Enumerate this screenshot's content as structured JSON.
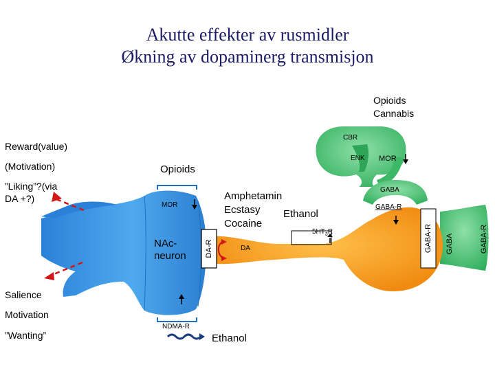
{
  "title": {
    "line1": "Akutte effekter av rusmidler",
    "line2": "Økning av dopaminerg transmisjon"
  },
  "left_labels": {
    "reward": "Reward(value)",
    "motivation_paren": "(Motivation)",
    "liking_1": "”Liking”?(via",
    "liking_2": "DA +?)",
    "salience": "Salience",
    "motivation": "Motivation",
    "wanting": "”Wanting”"
  },
  "drugs": {
    "opioids_cannabis_1": "Opioids",
    "opioids_cannabis_2": "Cannabis",
    "opioids": "Opioids",
    "amphetamin": "Amphetamin",
    "ecstasy": "Ecstasy",
    "cocaine": "Cocaine",
    "ethanol_mid": "Ethanol",
    "ethanol_bottom": "Ethanol"
  },
  "receptors": {
    "cbr": "CBR",
    "enk": "ENK",
    "mor_top": "MOR",
    "gaba_top": "GABA",
    "gaba_r_mid": "GABA-R",
    "gaba_r_v1": "GABA-R",
    "gaba_v": "GABA",
    "gaba_r_v2": "GABA-R",
    "ht3r": "5HT",
    "ht3r_sub": "3",
    "ht3r_suffix": "R",
    "mor_left": "MOR",
    "da_r": "DA-R",
    "da": "DA",
    "ndma_r": "NDMA-R"
  },
  "neuron": {
    "line1": "NAc-",
    "line2": "neuron"
  },
  "colors": {
    "title": "#1a1a66",
    "neuron_blue": "#3f9be6",
    "neuron_dark": "#1f6fc0",
    "orange": "#f5a623",
    "green": "#4cc276",
    "arrow_red": "#d01818"
  }
}
